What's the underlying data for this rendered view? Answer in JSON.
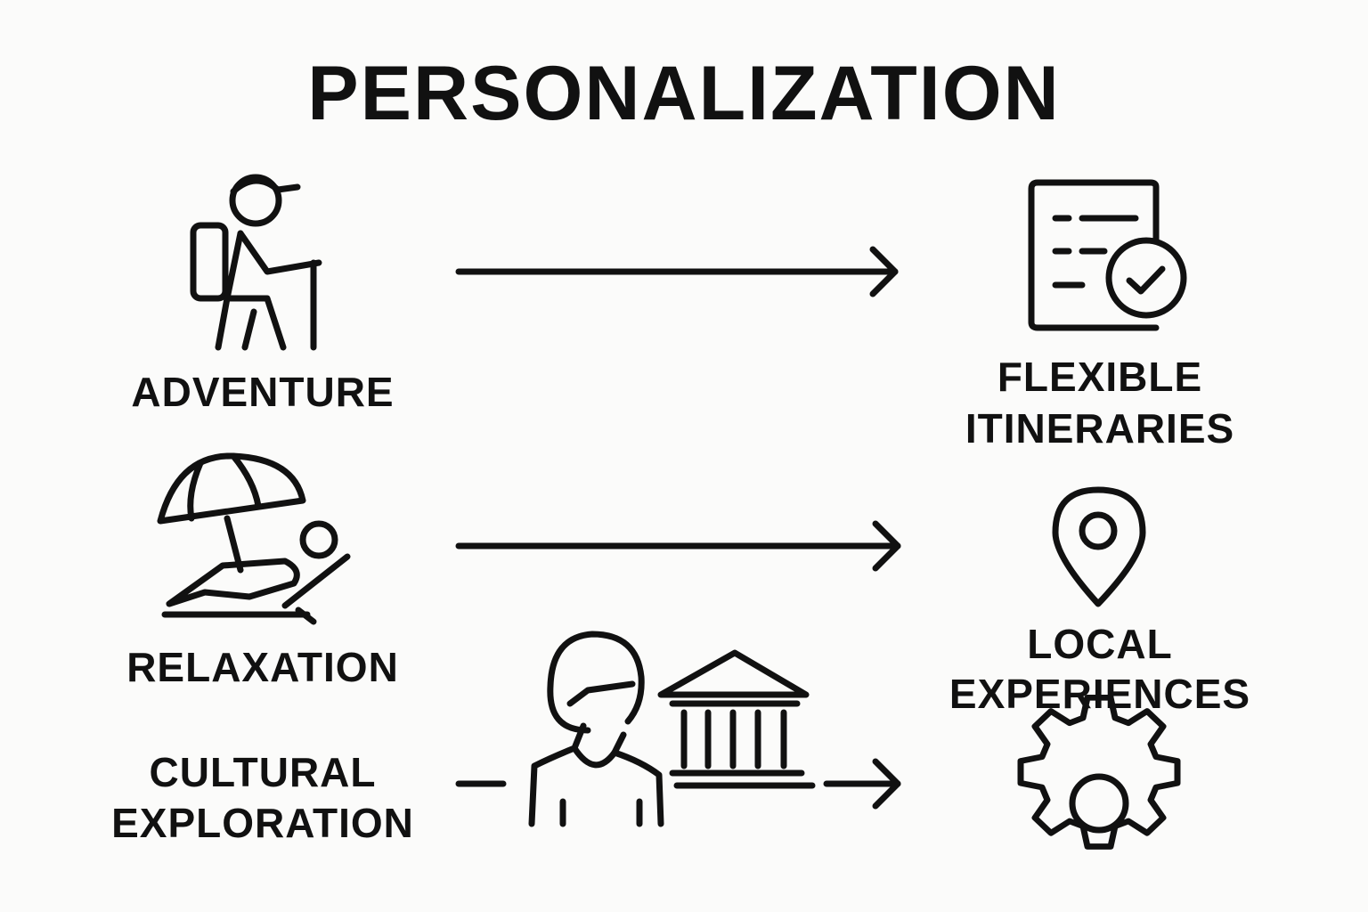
{
  "title": "PERSONALIZATION",
  "left": {
    "adventure": "ADVENTURE",
    "relaxation": "RELAXATION",
    "cultural_line1": "CULTURAL",
    "cultural_line2": "EXPLORATION"
  },
  "right": {
    "flexible_line1": "FLEXIBLE",
    "flexible_line2": "ITINERARIES",
    "local_line1": "LOCAL",
    "local_line2": "EXPERIENCES"
  },
  "icons": [
    "hiker-icon",
    "beach-umbrella-lounger-icon",
    "person-icon",
    "museum-icon",
    "itinerary-checklist-icon",
    "map-pin-icon",
    "gear-icon"
  ],
  "colors": {
    "background": "#fbfbfa",
    "ink": "#111111"
  }
}
